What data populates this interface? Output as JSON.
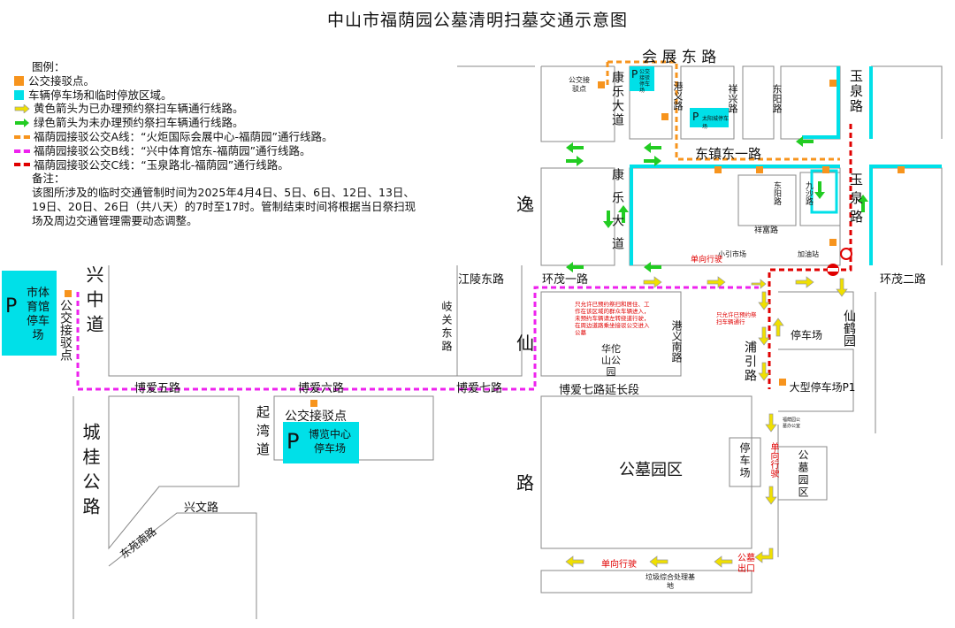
{
  "title": "中山市福荫园公墓清明扫墓交通示意图",
  "legend": {
    "heading": "图例：",
    "items": [
      {
        "label": "公交接驳点。",
        "color": "#f7941d"
      },
      {
        "label": "车辆停车场和临时停放区域。",
        "color": "#00e0e8"
      },
      {
        "label": "黄色箭头为已办理预约祭扫车辆通行线路。",
        "color": "#f0e000"
      },
      {
        "label": "绿色箭头为未办理预约祭扫车辆通行线路。",
        "color": "#22cc22"
      },
      {
        "label": "福荫园接驳公交A线：“火炬国际会展中心-福荫园”通行线路。",
        "color": "#f7941d"
      },
      {
        "label": "福荫园接驳公交B线：“兴中体育馆东-福荫园”通行线路。",
        "color": "#ee22ee"
      },
      {
        "label": "福荫园接驳公交C线：“玉泉路北-福荫园”通行线路。",
        "color": "#e00000"
      }
    ],
    "remark_heading": "备注：",
    "remark": "该图所涉及的临时交通管制时间为2025年4月4日、5日、6日、12日、13日、19日、20日、26日（共八天）的7时至17时。管制结束时间将根据当日祭扫现场及周边交通管理需要动态调整。"
  },
  "roads": {
    "huizhan": "会 展 东 路",
    "dongzhen": "东镇东一路",
    "jiangling": "江陵东路",
    "huanmao1": "环茂一路",
    "huanmao2": "环茂二路",
    "boai5": "博爱五路",
    "boai6": "博爱六路",
    "boai7": "博爱七路",
    "boai7ext": "博爱七路延长段",
    "xingwen": "兴文路",
    "dongyuan": "东苑南路",
    "kangle1": "康乐大道",
    "kangle2": "康乐大道",
    "gangyi": "港义路",
    "gangyinan": "港义南路",
    "xiangxing": "祥兴路",
    "dongyang": "东阳路",
    "dongyang2": "东阳路",
    "jiusha": "九沙路",
    "yuquan1": "玉泉路",
    "yuquan2": "玉泉路",
    "yixian": "逸",
    "yixian2": "仙",
    "yixian3": "路",
    "xingzhong": "兴中道",
    "chenggui": "城桂公路",
    "qiwan": "起湾道",
    "qiguan": "岐关东路",
    "puyin": "浦引路",
    "xianhe": "仙鹤园",
    "xiangfu": "祥富路"
  },
  "places": {
    "tiyuguan": "市体育馆停车场",
    "bolan": "博览中心停车场",
    "bus_xingzhong": "公交接驳点",
    "bus_bolan": "公交接驳点",
    "huatuo": "华佗山公园",
    "gongmu_main": "公墓园区",
    "gongmu_small": "公墓园区",
    "tingche_small": "停车场",
    "tingche_v": "停车场",
    "dax_park": "大型停车场P1",
    "jiayouzhan": "加油站",
    "xiaoyin": "小引市场",
    "laji": "垃圾综合处理基地",
    "gongmu_office": "福荫园公墓办公室",
    "p_letter": "P",
    "p_small1": "公交接驳停车场",
    "p_small2": "太阳城停车场",
    "bus_small": "公交接驳点"
  },
  "notes": {
    "red_single1": "单向行驶",
    "red_single2": "单向行驶",
    "red_single3": "单向行驶",
    "exit": "公墓出口",
    "allow1": "只允许已预约祭扫和居住、工作在该区域的群众车辆进入，未预约车辆请左转绕道行驶，在周边道路乘坐接驳公交进入公墓",
    "allow2": "只允许已预约祭扫车辆通行"
  }
}
